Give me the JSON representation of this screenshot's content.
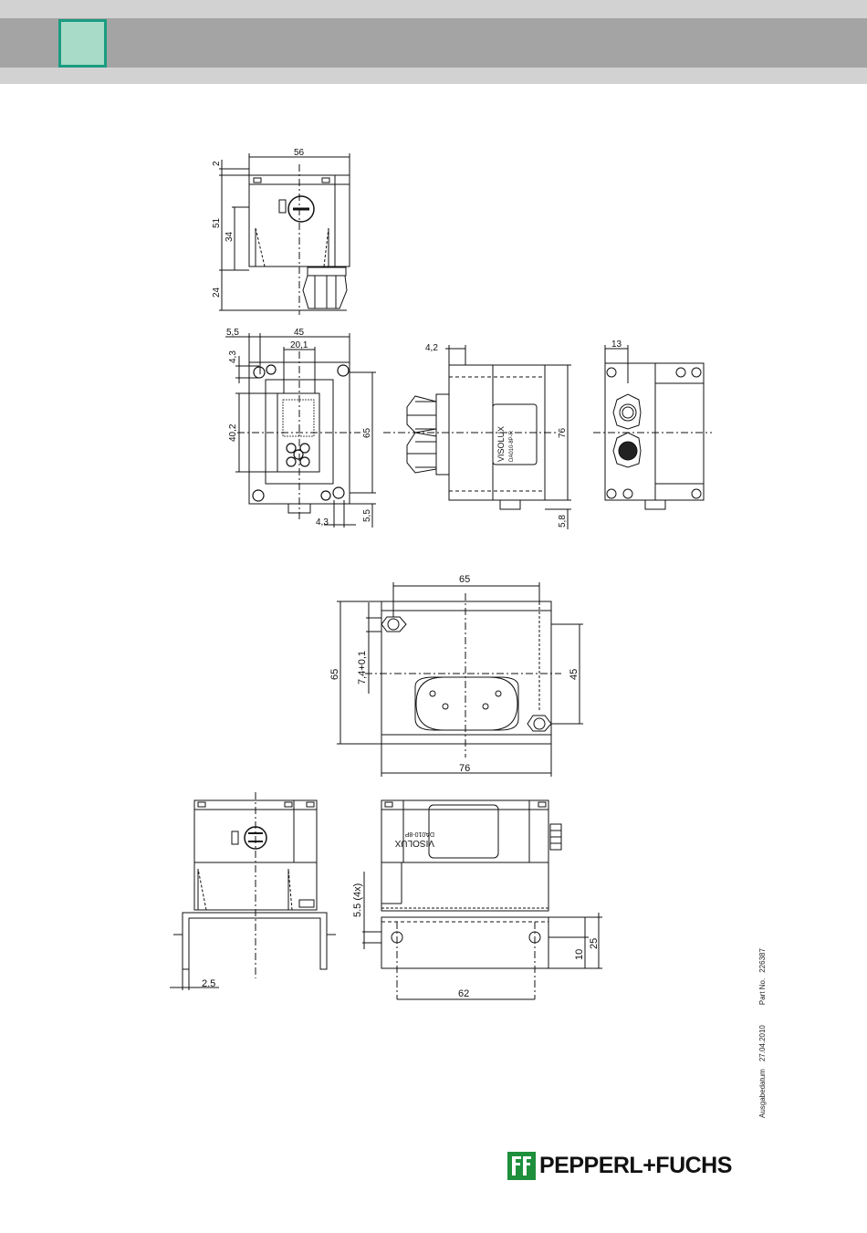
{
  "header": {
    "accent_color": "#1b9c82",
    "square_fill": "#a8dcc8",
    "band_color": "#a4a4a4"
  },
  "views": {
    "front": {
      "d_width": "56",
      "d_top": "2",
      "d_height": "51",
      "d_inner": "34",
      "d_cable": "24"
    },
    "bottom": {
      "d_width": "45",
      "d_inner_w": "20,1",
      "d_left": "5,5",
      "d_top": "4,3",
      "d_height": "40,2",
      "d_outer": "65",
      "d_hole": "4,3",
      "d_bottom": "5,5"
    },
    "side": {
      "d_offset": "4,2",
      "d_height": "76",
      "d_bottom": "5,8",
      "label_brand": "VISOLUX",
      "label_model": "DA010-8P-R"
    },
    "back": {
      "d_width": "13"
    },
    "top": {
      "d_width": "65",
      "d_height": "65",
      "d_hole": "7,4+0,1",
      "d_hole_spacing": "45",
      "d_length": "76"
    },
    "bracket_front": {
      "d_thickness": "2.5"
    },
    "bracket_side": {
      "d_slot": "5.5 (4x)",
      "d_slot_h": "10",
      "d_depth": "25",
      "d_spacing": "62",
      "label_brand": "VISOLUX",
      "label_model": "DA010-8P"
    }
  },
  "footer": {
    "issue_label": "Ausgabedatum",
    "issue_date": "27.04.2010",
    "part_label": "Part No.",
    "part_no": "226387",
    "brand": "PEPPERL+FUCHS",
    "brand_color": "#1e8f3c"
  }
}
